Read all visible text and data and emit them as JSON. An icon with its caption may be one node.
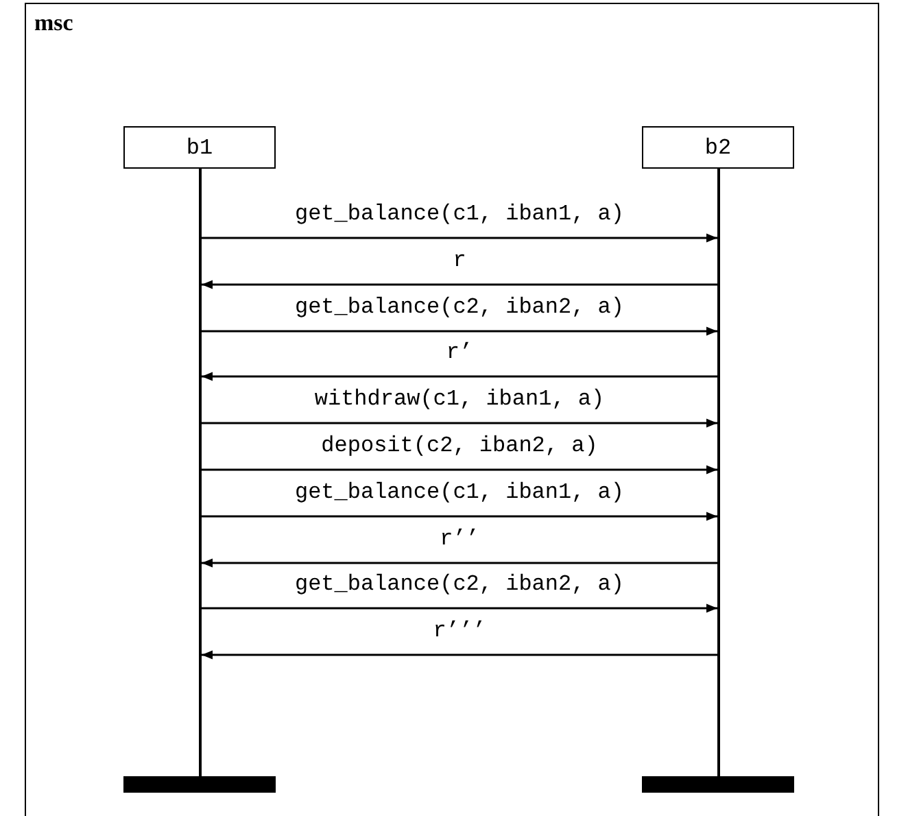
{
  "diagram": {
    "nodes": [
      {
        "text": [
          "msc"
        ]
      },
      {
        "text": [
          "b1"
        ],
        "in": 0
      },
      {
        "text": [
          "b2"
        ],
        "in": 0
      },
      {
        "text": [],
        "shape": "line",
        "in": 0
      },
      {
        "text": [],
        "shape": "line",
        "in": 0
      },
      {
        "text": [],
        "shape": "bar",
        "in": 0
      },
      {
        "text": [],
        "shape": "bar",
        "in": 0
      }
    ],
    "edges": [
      {
        "from": 3,
        "to": 4,
        "arrow": "to",
        "label": "get_balance(c1, iban1, a)"
      },
      {
        "from": 4,
        "to": 3,
        "arrow": "to",
        "label": "r"
      },
      {
        "from": 3,
        "to": 4,
        "arrow": "to",
        "label": "get_balance(c2, iban2, a)"
      },
      {
        "from": 4,
        "to": 3,
        "arrow": "to",
        "label": "r’"
      },
      {
        "from": 3,
        "to": 4,
        "arrow": "to",
        "label": "withdraw(c1, iban1, a)"
      },
      {
        "from": 3,
        "to": 4,
        "arrow": "to",
        "label": "deposit(c2, iban2, a)"
      },
      {
        "from": 3,
        "to": 4,
        "arrow": "to",
        "label": "get_balance(c1, iban1, a)"
      },
      {
        "from": 4,
        "to": 3,
        "arrow": "to",
        "label": "r’’"
      },
      {
        "from": 3,
        "to": 4,
        "arrow": "to",
        "label": "get_balance(c2, iban2, a)"
      },
      {
        "from": 4,
        "to": 3,
        "arrow": "to",
        "label": "r’’’"
      }
    ]
  }
}
